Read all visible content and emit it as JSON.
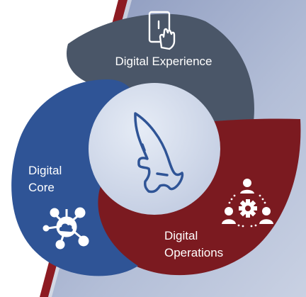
{
  "segments": {
    "experience": {
      "label": "Digital Experience",
      "icon": "touchscreen-phone-icon"
    },
    "core": {
      "label_line1": "Digital",
      "label_line2": "Core",
      "icon": "network-cloud-icon"
    },
    "operations": {
      "label_line1": "Digital",
      "label_line2": "Operations",
      "icon": "team-gear-icon"
    }
  },
  "center": {
    "icon": "rocket-icon"
  },
  "colors": {
    "experience": "#4a5668",
    "core": "#2f5496",
    "operations": "#7b1a20",
    "center": "#d3dcec",
    "background_panel": "#a7b3cf",
    "rocket_stroke": "#2f5496"
  }
}
